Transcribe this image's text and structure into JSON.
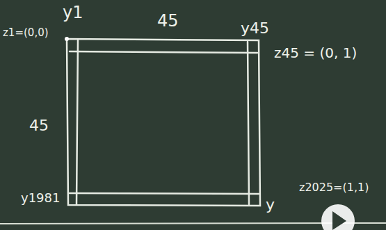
{
  "diagram": {
    "labels": [
      "y1",
      "45",
      "y45",
      "z1=(0,0)",
      "z45 = (0, 1)",
      "45",
      "y1981",
      "y",
      "z2025=(1,1)"
    ]
  }
}
